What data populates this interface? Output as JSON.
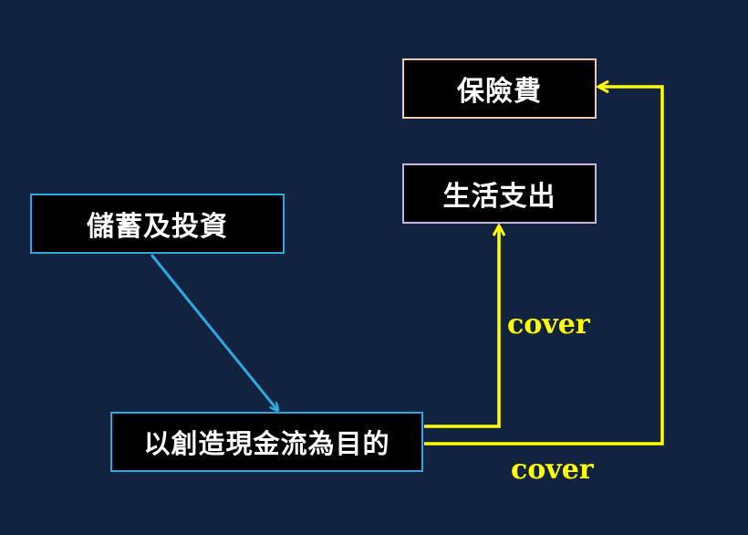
{
  "boxes": {
    "insurance": "保險費",
    "living_expenses": "生活支出",
    "savings_investment": "儲蓄及投資",
    "cash_flow_goal": "以創造現金流為目的"
  },
  "labels": {
    "cover_living": "cover",
    "cover_insurance": "cover"
  },
  "colors": {
    "background": "#12233f",
    "box_fill": "#000000",
    "blue_arrow": "#2ea8e0",
    "yellow_arrow": "#ffff00"
  }
}
